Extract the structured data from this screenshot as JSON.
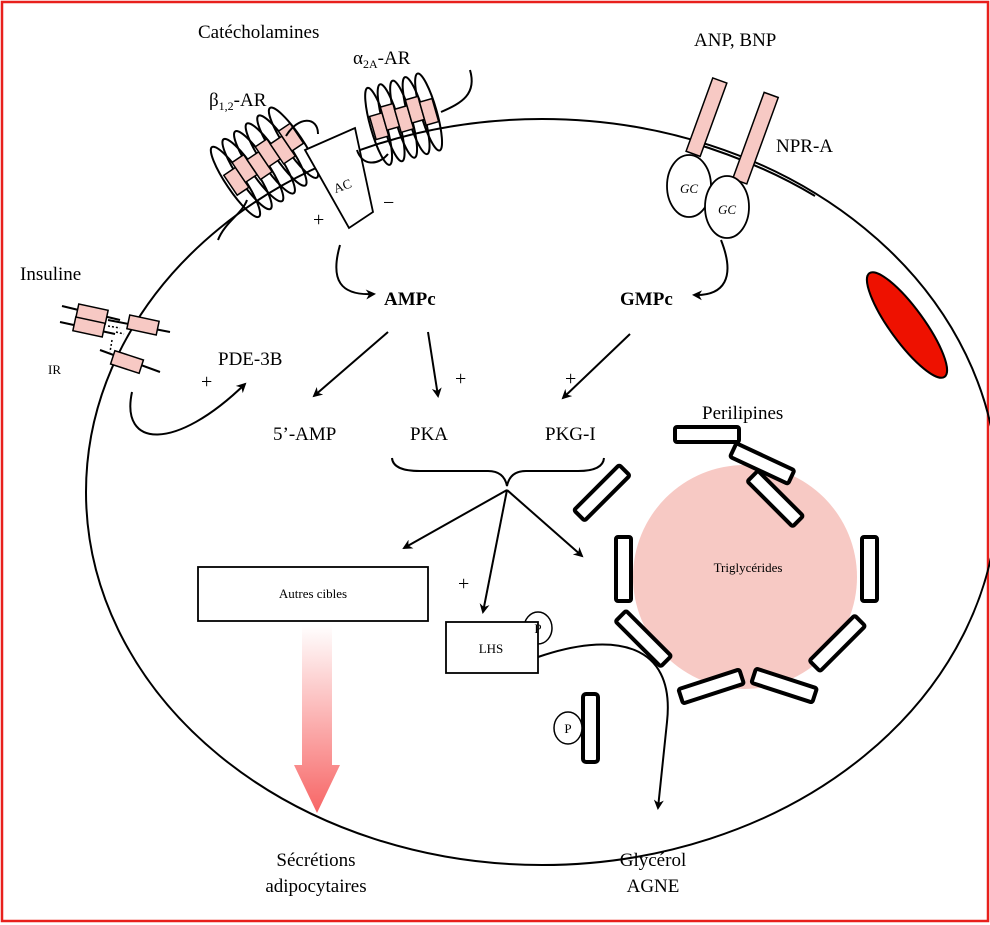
{
  "labels": {
    "catecholamines": "Catécholamines",
    "alpha_receptor": "α2A-AR",
    "alpha_main": "α",
    "alpha_sub": "2A",
    "alpha_suffix": "-AR",
    "beta_receptor": "β1,2-AR",
    "beta_main": "β",
    "beta_sub": "1,2",
    "beta_suffix": "-AR",
    "adenylate_cyclase": "AC",
    "anp_bnp": "ANP, BNP",
    "npr_a": "NPR-A",
    "guanylate_cyclase": "GC",
    "insuline": "Insuline",
    "ir": "IR",
    "pde_3b": "PDE-3B",
    "ampc": "AMPc",
    "gmpc": "GMPc",
    "amp5": "5’-AMP",
    "pka": "PKA",
    "pkg_i": "PKG-I",
    "perilipines": "Perilipines",
    "triglycerides": "Triglycérides",
    "autres_cibles": "Autres cibles",
    "lhs": "LHS",
    "phospho": "P",
    "secretions_line1": "Sécrétions",
    "secretions_line2": "adipocytaires",
    "glycerol": "Glycérol",
    "agne": "AGNE"
  },
  "signs": {
    "plus": "+",
    "minus": "−"
  },
  "colors": {
    "frame": "#e8201c",
    "receptor_segment": "#f7c9c4",
    "lipid_droplet": "#f7c9c4",
    "organelle": "#ee1100"
  }
}
